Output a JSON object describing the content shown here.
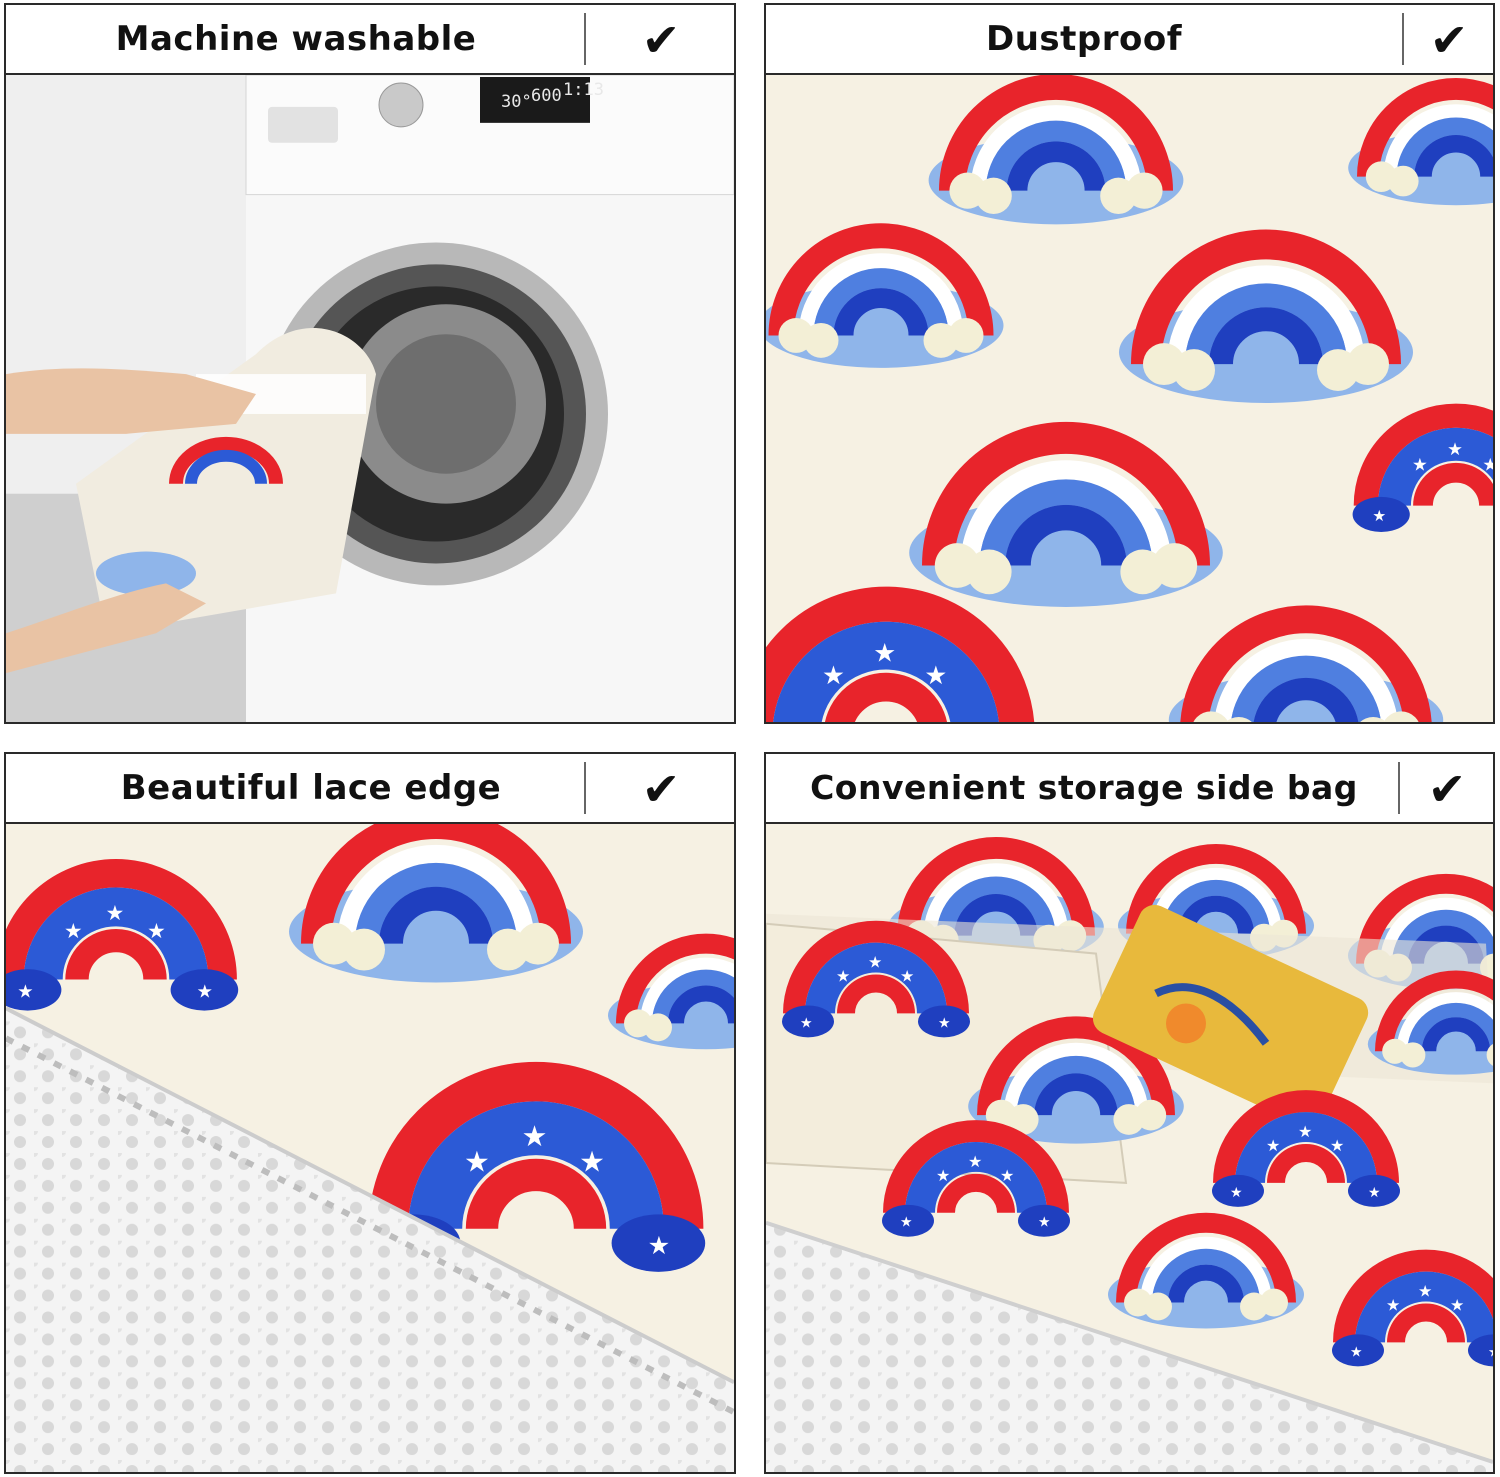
{
  "panels": [
    {
      "title": "Machine washable",
      "check_icon": "checkmark-icon",
      "check": "✔"
    },
    {
      "title": "Dustproof",
      "check_icon": "checkmark-icon",
      "check": "✔"
    },
    {
      "title": "Beautiful lace edge",
      "check_icon": "checkmark-icon",
      "check": "✔"
    },
    {
      "title": "Convenient storage side bag",
      "check_icon": "checkmark-icon",
      "check": "✔"
    }
  ],
  "washer_display": {
    "temp": "30°",
    "speed": "600",
    "time": "1:13"
  },
  "colors": {
    "red": "#e8242b",
    "blue": "#1f3fbf",
    "lightblue": "#8fb5ea",
    "cream": "#f6f1e3",
    "border": "#2a2a2a"
  }
}
